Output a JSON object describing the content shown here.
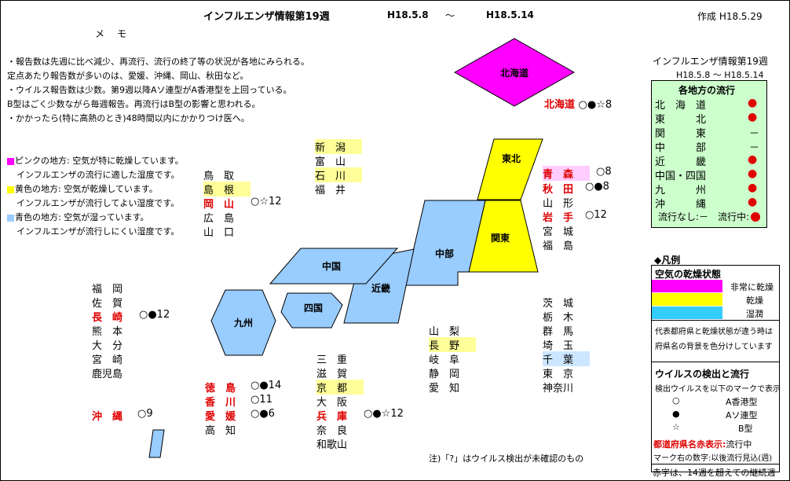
{
  "header": {
    "title": "インフルエンザ情報第19週",
    "date_from": "H18.5.8",
    "tilde": "～",
    "date_to": "H18.5.14",
    "created": "作成 H18.5.29"
  },
  "memo": {
    "heading": "メ　モ",
    "lines": [
      "・報告数は先週に比べ減少、再流行、流行の終了等の状況が各地にみられる。",
      "定点あたり報告数が多いのは、愛媛、沖縄、岡山、秋田など。",
      "・ウイルス報告数は少数。第9週以降Aソ連型がA香港型を上回っている。",
      "B型はごく少数ながら毎週報告。再流行はB型の影響と思われる。",
      "・かかったら(特に高熱のとき)48時間以内にかかりつけ医へ。"
    ]
  },
  "humidity_notes": {
    "pink_line1": "ピンクの地方: 空気が特に乾燥しています。",
    "pink_line2": "インフルエンザの流行に適した湿度です。",
    "yellow_line1": "黄色の地方: 空気が乾燥しています。",
    "yellow_line2": "インフルエンザが流行してよい湿度です。",
    "blue_line1": "青色の地方: 空気が湿っています。",
    "blue_line2": "インフルエンザが流行しにくい湿度です。"
  },
  "regions": {
    "hokkaido": "北海道",
    "tohoku": "東北",
    "kanto": "関東",
    "chubu": "中部",
    "kinki": "近畿",
    "chugoku": "中国",
    "shikoku": "四国",
    "kyushu": "九州"
  },
  "prefectures": {
    "hokkaido": {
      "name": "北海道",
      "marks": "○●☆8"
    },
    "aomori": {
      "name": "青　森",
      "marks": "○8"
    },
    "akita": {
      "name": "秋　田",
      "marks": "○●8"
    },
    "yamagata": {
      "name": "山　形"
    },
    "iwate": {
      "name": "岩　手",
      "marks": "○12"
    },
    "miyagi": {
      "name": "宮　城"
    },
    "fukushima": {
      "name": "福　島"
    },
    "niigata": {
      "name": "新　潟"
    },
    "toyama": {
      "name": "富　山"
    },
    "ishikawa": {
      "name": "石　川"
    },
    "fukui": {
      "name": "福　井"
    },
    "tottori": {
      "name": "鳥　取"
    },
    "shimane": {
      "name": "島　根"
    },
    "okayama": {
      "name": "岡　山",
      "marks": "○☆12"
    },
    "hiroshima": {
      "name": "広　島"
    },
    "yamaguchi": {
      "name": "山　口"
    },
    "fukuoka": {
      "name": "福　岡"
    },
    "saga": {
      "name": "佐　賀"
    },
    "nagasaki": {
      "name": "長　崎",
      "marks": "○●12"
    },
    "kumamoto": {
      "name": "熊　本"
    },
    "oita": {
      "name": "大　分"
    },
    "miyazaki": {
      "name": "宮　崎"
    },
    "kagoshima": {
      "name": "鹿児島"
    },
    "okinawa": {
      "name": "沖　縄",
      "marks": "○9"
    },
    "tokushima": {
      "name": "徳　島",
      "marks": "○●14"
    },
    "kagawa": {
      "name": "香　川",
      "marks": "○11"
    },
    "ehime": {
      "name": "愛　媛",
      "marks": "○●6"
    },
    "kochi": {
      "name": "高　知"
    },
    "mie": {
      "name": "三　重"
    },
    "shiga": {
      "name": "滋　賀"
    },
    "kyoto": {
      "name": "京　都"
    },
    "osaka": {
      "name": "大　阪"
    },
    "hyogo": {
      "name": "兵　庫",
      "marks": "○●☆12"
    },
    "nara": {
      "name": "奈　良"
    },
    "wakayama": {
      "name": "和歌山"
    },
    "yamanashi": {
      "name": "山　梨"
    },
    "nagano": {
      "name": "長　野"
    },
    "gifu": {
      "name": "岐　阜"
    },
    "shizuoka": {
      "name": "静　岡"
    },
    "aichi": {
      "name": "愛　知"
    },
    "ibaraki": {
      "name": "茨　城"
    },
    "tochigi": {
      "name": "栃　木"
    },
    "gunma": {
      "name": "群　馬"
    },
    "saitama": {
      "name": "埼　玉"
    },
    "chiba": {
      "name": "千　葉"
    },
    "tokyo": {
      "name": "東　京"
    },
    "kanagawa": {
      "name": "神奈川"
    }
  },
  "note_bottom": "注)「?」はウイルス検出が未確認のもの",
  "side_panel": {
    "title": "インフルエンザ情報第19週",
    "period": "H18.5.8 ～ H18.5.14",
    "box_heading": "各地方の流行",
    "rows": [
      {
        "name": "北　海　道",
        "status": "●"
      },
      {
        "name": "東　　　北",
        "status": "●"
      },
      {
        "name": "関　　　東",
        "status": "－"
      },
      {
        "name": "中　　　部",
        "status": "－"
      },
      {
        "name": "近　　　畿",
        "status": "●"
      },
      {
        "name": "中国・四国",
        "status": "●"
      },
      {
        "name": "九　　　州",
        "status": "●"
      },
      {
        "name": "沖　　　縄",
        "status": "●"
      }
    ],
    "footer_none": "流行なし:－",
    "footer_active": "流行中:"
  },
  "legend": {
    "heading": "◆凡例",
    "dryness_heading": "空気の乾燥状態",
    "very_dry": "非常に乾燥",
    "dry": "乾燥",
    "humid": "湿潤",
    "note_line1": "代表都府県と乾燥状態が違う時は",
    "note_line2": "府県名の背景を色分けしています",
    "virus_heading": "ウイルスの検出と流行",
    "virus_desc": "検出ウイルスを以下のマークで表示",
    "mark_open": "○",
    "mark_open_label": "A香港型",
    "mark_filled": "●",
    "mark_filled_label": "Aソ連型",
    "mark_star": "☆",
    "mark_star_label": "B型",
    "red_label_bold": "都道府県名赤表示:",
    "red_label_rest": "流行中",
    "num_note": "マーク右の数字:以後流行見込(週)",
    "red_num_note": "赤字は、14週を超えての継続週"
  },
  "colors": {
    "pink": "#ff00ff",
    "yellow": "#ffff00",
    "blue": "#99ccff",
    "cyan": "#33ccff",
    "red": "#e00000",
    "panel_bg": "#ccffcc"
  }
}
